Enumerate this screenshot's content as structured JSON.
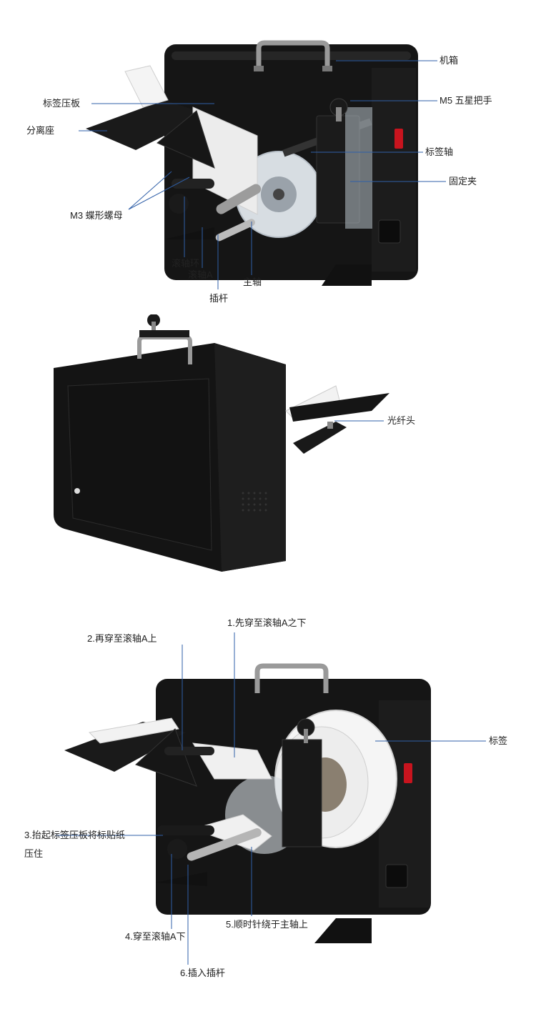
{
  "panel1": {
    "labels": {
      "case": "机箱",
      "label_press_plate": "标签压板",
      "star_handle": "M5 五星把手",
      "separator_seat": "分离座",
      "label_shaft": "标签轴",
      "clamp": "固定夹",
      "wing_nut": "M3 蝶形螺母",
      "roller_ring": "滚轴环",
      "roller_a": "滚轴A",
      "main_shaft": "主轴",
      "insert_rod": "插杆"
    }
  },
  "panel2": {
    "labels": {
      "fiber_head": "光纤头"
    }
  },
  "panel3": {
    "labels": {
      "step1": "1.先穿至滚轴A之下",
      "step2": "2.再穿至滚轴A上",
      "label_roll": "标签",
      "step3_line1": "3.抬起标签压板将标贴纸",
      "step3_line2": "压住",
      "step4": "4.穿至滚轴A下",
      "step5": "5.顺时针绕于主轴上",
      "step6": "6.插入插杆"
    }
  },
  "colors": {
    "machine": "#141414",
    "machine_edge": "#2a2a2a",
    "leader_line": "#2f5fa8",
    "text": "#222222",
    "power_switch": "#c8141e"
  }
}
